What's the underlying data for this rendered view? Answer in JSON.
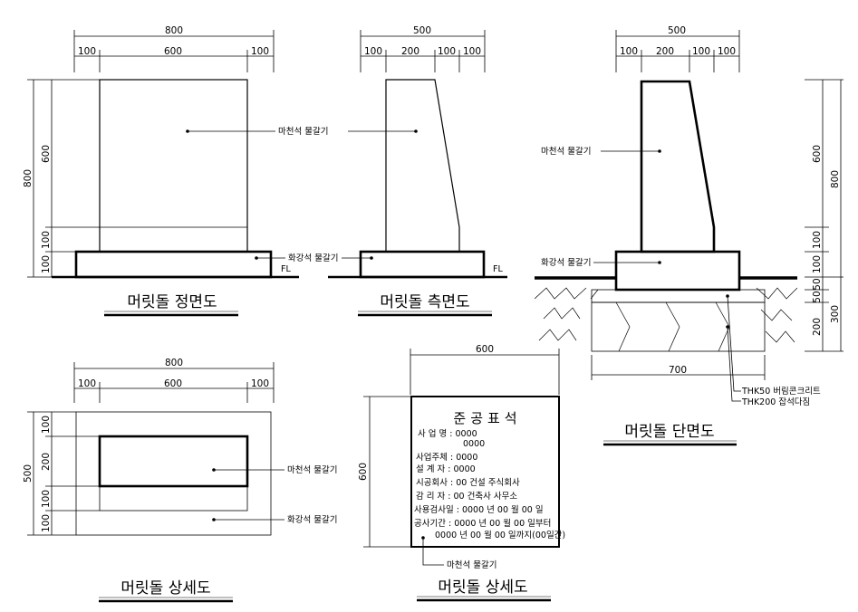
{
  "titles": {
    "front": "머릿돌 정면도",
    "side": "머릿돌 측면도",
    "section": "머릿돌 단면도",
    "plan": "머릿돌 상세도",
    "plate": "머릿돌 상세도"
  },
  "labels": {
    "maracheonseok": "마천석 물갈기",
    "hwagangseok": "화강석 물갈기",
    "fl": "FL",
    "thk50": "THK50 버림콘크리트",
    "thk200": "THK200 잡석다짐"
  },
  "dims": {
    "front": {
      "total": "800",
      "left": "100",
      "mid": "600",
      "right": "100",
      "v_total": "800",
      "v_upper": "600",
      "v_mid": "100",
      "v_low": "100"
    },
    "side": {
      "total": "500",
      "a": "100",
      "b": "200",
      "c": "100",
      "d": "100"
    },
    "section": {
      "total": "500",
      "a": "100",
      "b": "200",
      "c": "100",
      "d": "100",
      "v_total": "800",
      "v_upper": "600",
      "v_mid": "100",
      "v_low": "100",
      "v_50a": "50",
      "v_50b": "50",
      "v_300": "300",
      "v_200": "200",
      "bottom": "700"
    },
    "plan": {
      "total": "800",
      "left": "100",
      "mid": "600",
      "right": "100",
      "v_total": "500",
      "v_a": "100",
      "v_b": "200",
      "v_c": "100",
      "v_d": "100"
    },
    "plate": {
      "width": "600",
      "height": "600"
    }
  },
  "plate": {
    "title": "준공표석",
    "lines": [
      "사 업 명 : 0000",
      "0000",
      "사업주체 : 0000",
      "설   계   자 : 0000",
      "시공회사 :  00   건설  주식회사",
      "감   리   자 :  00   건축사  사무소",
      "사용검사일 :  0000 년 00 월 00 일",
      "공사기간 :  0000  년 00 월 00 일부터",
      "0000  년 00 월 00 일까지(00일간)"
    ],
    "material": "마천석 물갈기"
  }
}
